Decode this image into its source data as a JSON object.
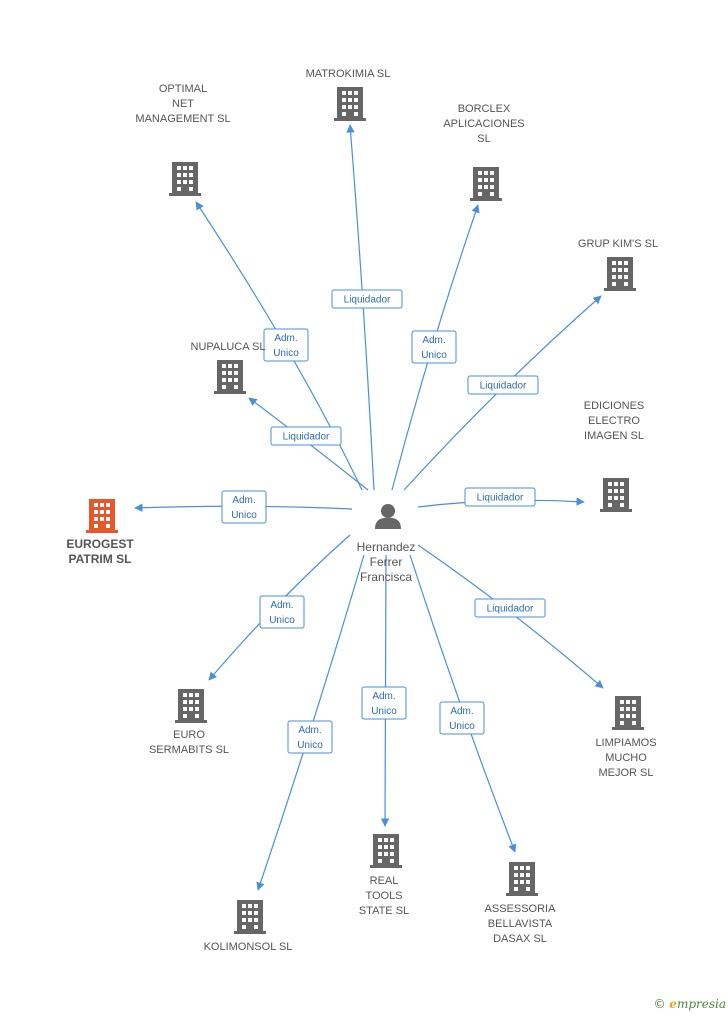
{
  "center": {
    "label": [
      "Hernandez",
      "Ferrer",
      "Francisca"
    ]
  },
  "colors": {
    "edge": "#4a90d9",
    "building": "#666666",
    "highlight": "#e8562a"
  },
  "nodes": [
    {
      "id": "matrokimia",
      "label": [
        "MATROKIMIA SL"
      ],
      "highlight": false
    },
    {
      "id": "optimal",
      "label": [
        "OPTIMAL",
        "NET",
        "MANAGEMENT SL"
      ],
      "highlight": false
    },
    {
      "id": "borclex",
      "label": [
        "BORCLEX",
        "APLICACIONES",
        "SL"
      ],
      "highlight": false
    },
    {
      "id": "grupkims",
      "label": [
        "GRUP KIM'S SL"
      ],
      "highlight": false
    },
    {
      "id": "nupaluca",
      "label": [
        "NUPALUCA SL"
      ],
      "highlight": false
    },
    {
      "id": "ediciones",
      "label": [
        "EDICIONES",
        "ELECTRO",
        "IMAGEN  SL"
      ],
      "highlight": false
    },
    {
      "id": "eurogest",
      "label": [
        "EUROGEST",
        "PATRIM  SL"
      ],
      "highlight": true
    },
    {
      "id": "eurosermabits",
      "label": [
        "EURO",
        "SERMABITS  SL"
      ],
      "highlight": false
    },
    {
      "id": "limpiamos",
      "label": [
        "LIMPIAMOS",
        "MUCHO",
        "MEJOR SL"
      ],
      "highlight": false
    },
    {
      "id": "kolimonsol",
      "label": [
        "KOLIMONSOL SL"
      ],
      "highlight": false
    },
    {
      "id": "realtools",
      "label": [
        "REAL",
        "TOOLS",
        "STATE SL"
      ],
      "highlight": false
    },
    {
      "id": "assessoria",
      "label": [
        "ASSESSORIA",
        "BELLAVISTA",
        "DASAX SL"
      ],
      "highlight": false
    }
  ],
  "edges": [
    {
      "to": "matrokimia",
      "relation": [
        "Liquidador"
      ]
    },
    {
      "to": "optimal",
      "relation": [
        "Adm.",
        "Unico"
      ]
    },
    {
      "to": "borclex",
      "relation": [
        "Adm.",
        "Unico"
      ]
    },
    {
      "to": "grupkims",
      "relation": [
        "Liquidador"
      ]
    },
    {
      "to": "nupaluca",
      "relation": [
        "Liquidador"
      ]
    },
    {
      "to": "ediciones",
      "relation": [
        "Liquidador"
      ]
    },
    {
      "to": "eurogest",
      "relation": [
        "Adm.",
        "Unico"
      ]
    },
    {
      "to": "eurosermabits",
      "relation": [
        "Adm.",
        "Unico"
      ]
    },
    {
      "to": "limpiamos",
      "relation": [
        "Liquidador"
      ]
    },
    {
      "to": "kolimonsol",
      "relation": [
        "Adm.",
        "Unico"
      ]
    },
    {
      "to": "realtools",
      "relation": [
        "Adm.",
        "Unico"
      ]
    },
    {
      "to": "assessoria",
      "relation": [
        "Adm.",
        "Unico"
      ]
    }
  ],
  "footer": {
    "copyright": "©",
    "brand_initial": "e",
    "brand_rest": "mpresia"
  }
}
